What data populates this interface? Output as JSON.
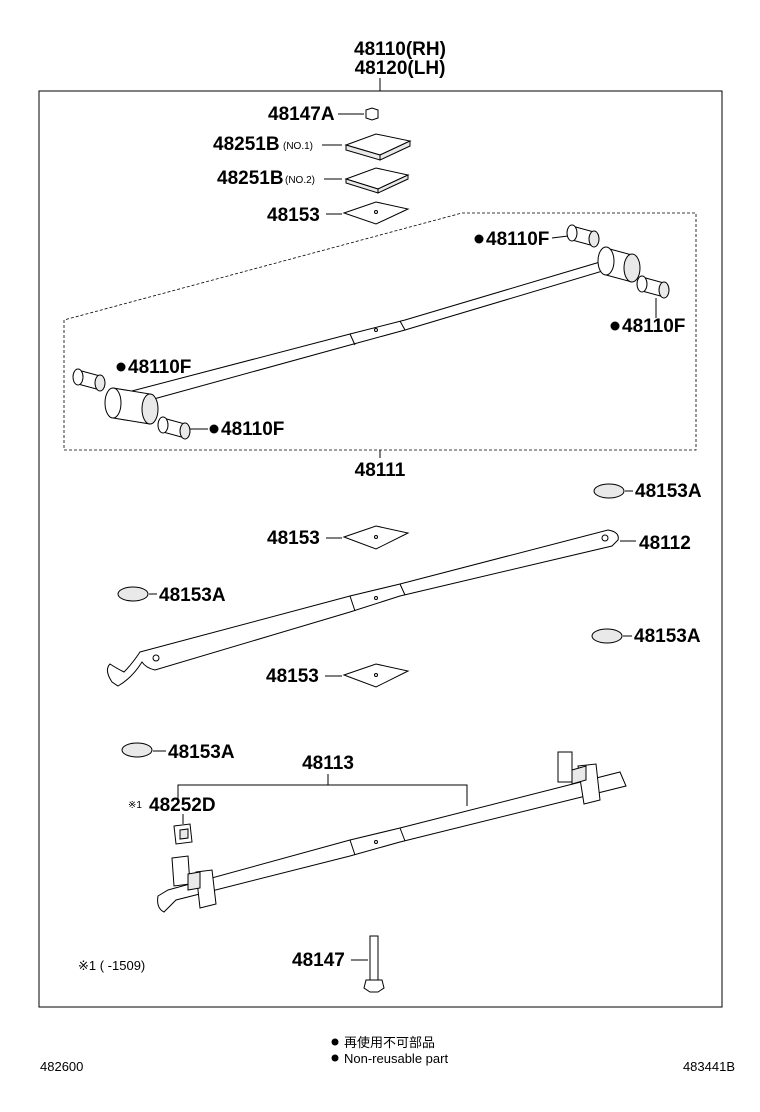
{
  "assembly": {
    "label_rh": "48110(RH)",
    "label_lh": "48120(LH)"
  },
  "parts": {
    "p48147A": "48147A",
    "p48251B_no1": "48251B",
    "p48251B_no1_note": "(NO.1)",
    "p48251B_no2": "48251B",
    "p48251B_no2_note": "(NO.2)",
    "p48153_top": "48153",
    "p48110F_a": "48110F",
    "p48110F_b": "48110F",
    "p48110F_c": "48110F",
    "p48110F_d": "48110F",
    "p48111": "48111",
    "p48153A_a": "48153A",
    "p48153_mid": "48153",
    "p48112": "48112",
    "p48153A_b": "48153A",
    "p48153A_c": "48153A",
    "p48153_low": "48153",
    "p48153A_d": "48153A",
    "p48113": "48113",
    "p48252D": "48252D",
    "p48252D_mark": "※1",
    "p48147": "48147"
  },
  "notes": {
    "range_note": "※1 (      -1509)"
  },
  "legend": {
    "jp": "再使用不可部品",
    "en": "Non-reusable part"
  },
  "footer": {
    "left_code": "482600",
    "right_code": "483441B"
  },
  "colors": {
    "line": "#000000",
    "background": "#ffffff",
    "part_shade": "#e9e9e9"
  }
}
